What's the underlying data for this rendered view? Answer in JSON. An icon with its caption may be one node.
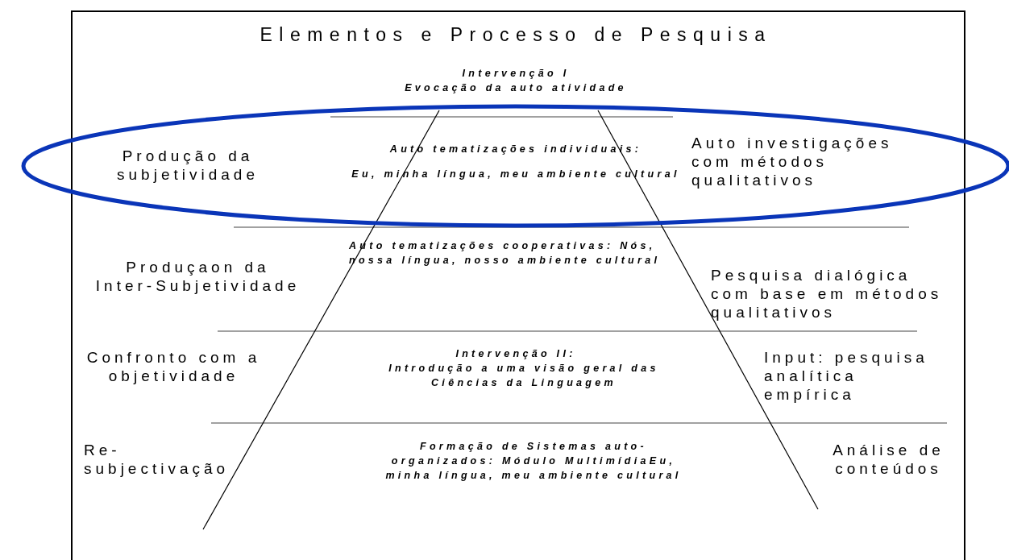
{
  "diagram": {
    "title": "Elementos e Processo de Pesquisa",
    "nodes": [
      {
        "text": [
          "Produção da subjetividade",
          "Auto tematizações individuais:",
          "Eu, minha língua, meu ambiente cultural",
          "Auto investigações com métodos qualitativos"
        ]
      }
    ],
    "edges": [],
    "labels": [
      "Intervenção I",
      "Evocação da auto atividade",
      "Produçaon da Inter-Subjetividade",
      "Auto tematizações cooperativas: Nós, nossa língua, nosso ambiente cultural",
      "Pesquisa dialógica com base em métodos qualitativos",
      "Confronto com a objetividade",
      "Intervenção II:",
      "Introdução a uma visão geral das Ciências da Linguagem",
      "Input: pesquisa analítica empírica",
      "Re-subjectivação",
      "Formação de Sistemas auto-organizados: Módulo MultimídiaEu, minha língua, meu ambiente cultural",
      "Análise de conteúdos"
    ]
  }
}
